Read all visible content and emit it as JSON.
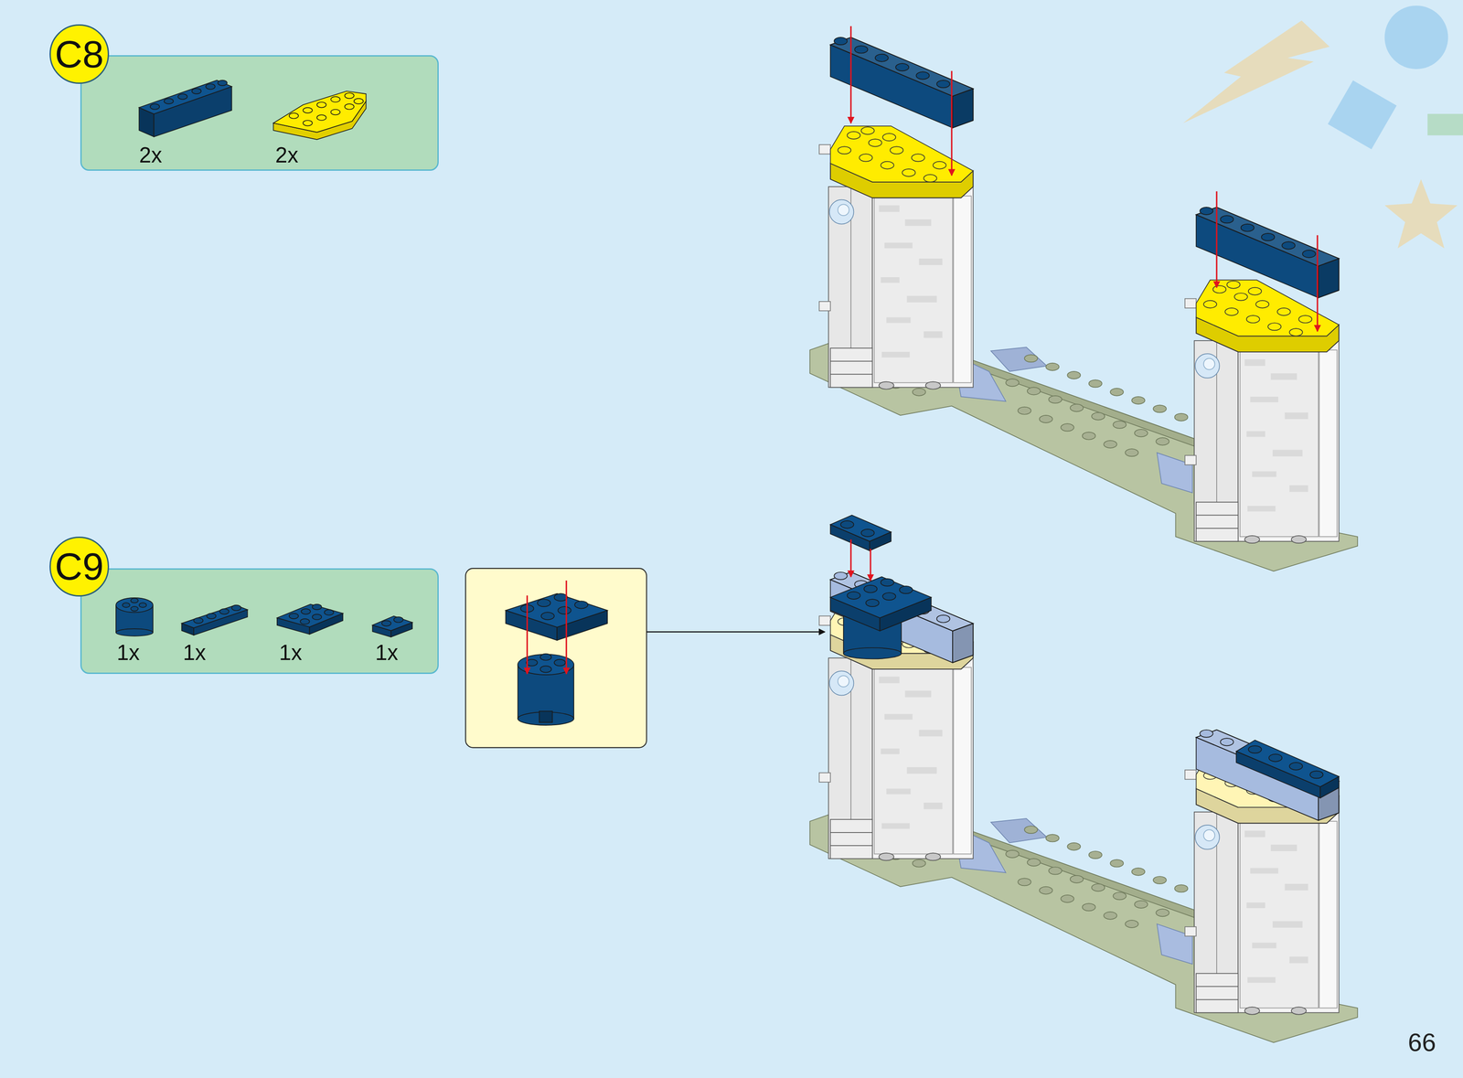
{
  "diagram": {
    "nodes": [
      {
        "text": [
          "C8"
        ]
      },
      {
        "text": [
          "2x",
          "2x"
        ]
      },
      {
        "text": [
          "C9"
        ]
      },
      {
        "text": [
          "1x",
          "1x",
          "1x",
          "1x"
        ]
      }
    ],
    "labels": [
      "66"
    ]
  }
}
